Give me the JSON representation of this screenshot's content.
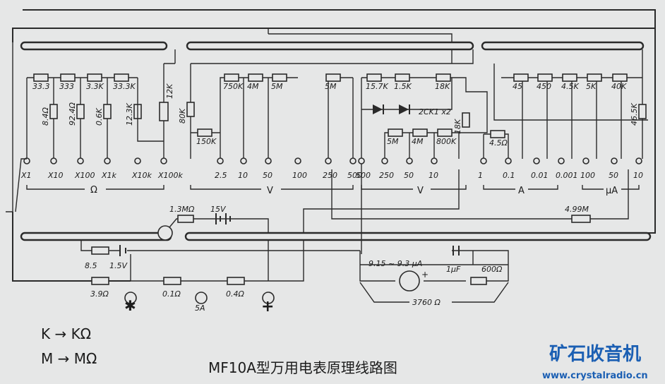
{
  "title": "MF10A型万用电表原理线路图",
  "legend": [
    "K → KΩ",
    "M → MΩ"
  ],
  "watermark": {
    "logo": "矿石收音机",
    "url": "www.crystalradio.cn"
  },
  "ohm_section": {
    "unit": "Ω",
    "series_resistors": [
      "33.3",
      "333",
      "3.3K",
      "33.3K"
    ],
    "shunt_resistors": [
      "8.4Ω",
      "92.4Ω",
      "0.6K",
      "12.3K"
    ],
    "pot": "12K",
    "ranges": [
      "X1",
      "X10",
      "X100",
      "X1k",
      "X10k",
      "X100k"
    ]
  },
  "dcv_section": {
    "unit": "V",
    "resistors": [
      "80K",
      "150K",
      "750K",
      "4M",
      "5M",
      "5M"
    ],
    "ranges": [
      "2.5",
      "10",
      "50",
      "100",
      "250",
      "500"
    ]
  },
  "acv_section": {
    "unit": "V",
    "resistors": [
      "15.7K",
      "1.5K",
      "18K",
      "18K",
      "5M",
      "4M",
      "800K"
    ],
    "diodes": "2CK1 x2",
    "ranges": [
      "500",
      "250",
      "50",
      "10"
    ]
  },
  "dca_section": {
    "unit": "A",
    "resistors": [
      "4.5Ω"
    ],
    "ranges": [
      "1",
      "0.1",
      "0.01",
      "0.001"
    ]
  },
  "ua_section": {
    "unit": "μA",
    "resistors": [
      "45",
      "450",
      "4.5K",
      "5K",
      "40K",
      "46.5K"
    ],
    "ranges": [
      "100",
      "50",
      "10"
    ]
  },
  "lower": {
    "hv_resistor": "1.3MΩ",
    "hv_battery": "15V",
    "r_499": "4.99M",
    "r_85": "8.5",
    "battery": "1.5V",
    "r_39": "3.9Ω",
    "r_01": "0.1Ω",
    "r_04": "0.4Ω",
    "jack_5a": "5A",
    "meter": "9.15 ~ 9.3 μA",
    "cap": "1μF",
    "r_600": "600Ω",
    "meter_total": "3760 Ω"
  }
}
